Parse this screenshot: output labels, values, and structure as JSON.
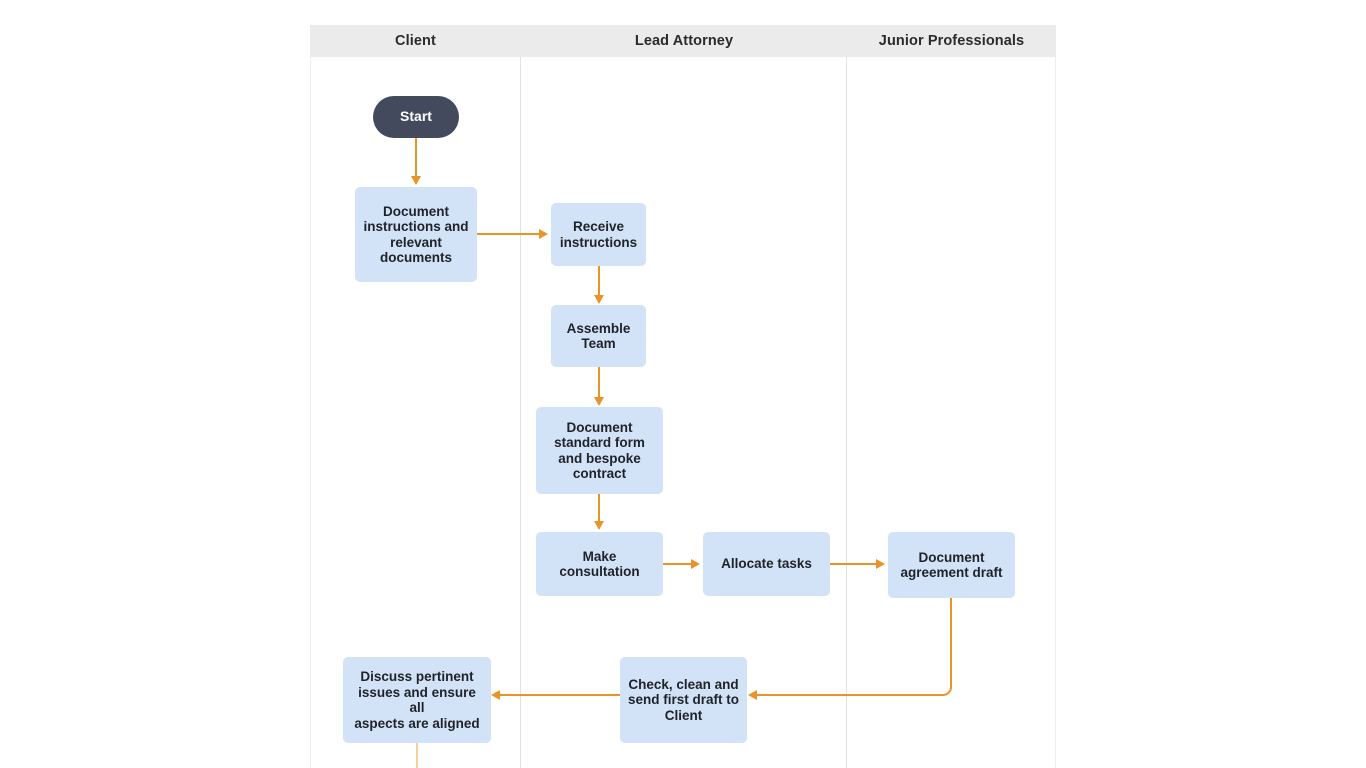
{
  "diagram": {
    "type": "swimlane-flowchart",
    "background": "#ffffff",
    "node_fill": "#d2e2f7",
    "start_fill": "#444a5e",
    "connector_color": "#e89428",
    "header_fill": "#ebebeb",
    "lanes": [
      {
        "id": "client",
        "label": "Client"
      },
      {
        "id": "lead",
        "label": "Lead Attorney"
      },
      {
        "id": "junior",
        "label": "Junior Professionals"
      }
    ],
    "nodes": [
      {
        "id": "start",
        "lane": "client",
        "shape": "terminator",
        "label": "Start"
      },
      {
        "id": "doc-instructions",
        "lane": "client",
        "shape": "process",
        "label": "Document\ninstructions and\nrelevant\ndocuments"
      },
      {
        "id": "receive",
        "lane": "lead",
        "shape": "process",
        "label": "Receive\ninstructions"
      },
      {
        "id": "assemble",
        "lane": "lead",
        "shape": "process",
        "label": "Assemble\nTeam"
      },
      {
        "id": "doc-standard",
        "lane": "lead",
        "shape": "process",
        "label": "Document\nstandard form\nand bespoke\ncontract"
      },
      {
        "id": "consultation",
        "lane": "lead",
        "shape": "process",
        "label": "Make\nconsultation"
      },
      {
        "id": "allocate",
        "lane": "lead",
        "shape": "process",
        "label": "Allocate tasks"
      },
      {
        "id": "doc-agreement",
        "lane": "junior",
        "shape": "process",
        "label": "Document\nagreement draft"
      },
      {
        "id": "check-send",
        "lane": "lead",
        "shape": "process",
        "label": "Check, clean and\nsend first draft to\nClient"
      },
      {
        "id": "discuss",
        "lane": "client",
        "shape": "process",
        "label": "Discuss pertinent\nissues and ensure all\naspects are aligned"
      }
    ],
    "edges": [
      {
        "from": "start",
        "to": "doc-instructions",
        "direction": "down"
      },
      {
        "from": "doc-instructions",
        "to": "receive",
        "direction": "right"
      },
      {
        "from": "receive",
        "to": "assemble",
        "direction": "down"
      },
      {
        "from": "assemble",
        "to": "doc-standard",
        "direction": "down"
      },
      {
        "from": "doc-standard",
        "to": "consultation",
        "direction": "down"
      },
      {
        "from": "consultation",
        "to": "allocate",
        "direction": "right"
      },
      {
        "from": "allocate",
        "to": "doc-agreement",
        "direction": "right"
      },
      {
        "from": "doc-agreement",
        "to": "check-send",
        "direction": "down-left"
      },
      {
        "from": "check-send",
        "to": "discuss",
        "direction": "left"
      },
      {
        "from": "discuss",
        "to": "",
        "direction": "down"
      }
    ]
  }
}
